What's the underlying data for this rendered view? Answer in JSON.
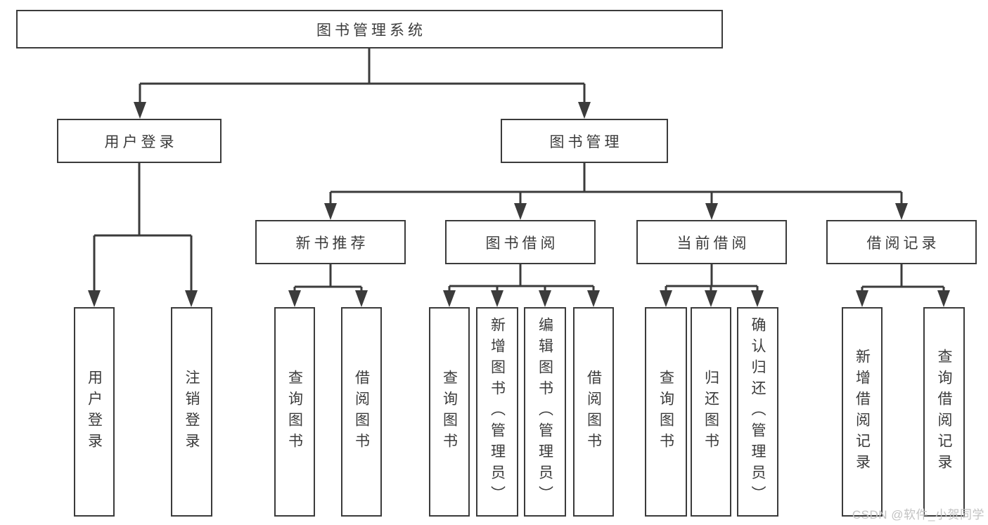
{
  "tree": {
    "label": "图书管理系统",
    "children": [
      {
        "label": "用户登录",
        "children": [
          {
            "label": "用户登录"
          },
          {
            "label": "注销登录"
          }
        ]
      },
      {
        "label": "图书管理",
        "children": [
          {
            "label": "新书推荐",
            "children": [
              {
                "label": "查询图书"
              },
              {
                "label": "借阅图书"
              }
            ]
          },
          {
            "label": "图书借阅",
            "children": [
              {
                "label": "查询图书"
              },
              {
                "label": "新增图书（管理员）"
              },
              {
                "label": "编辑图书（管理员）"
              },
              {
                "label": "借阅图书"
              }
            ]
          },
          {
            "label": "当前借阅",
            "children": [
              {
                "label": "查询图书"
              },
              {
                "label": "归还图书"
              },
              {
                "label": "确认归还（管理员）"
              }
            ]
          },
          {
            "label": "借阅记录",
            "children": [
              {
                "label": "新增借阅记录"
              },
              {
                "label": "查询借阅记录"
              }
            ]
          }
        ]
      }
    ]
  },
  "watermark": "CSDN @软件_小贺同学",
  "colors": {
    "ink": "#3b3b3b",
    "watermark": "#c2c2c2",
    "background": "#ffffff"
  }
}
